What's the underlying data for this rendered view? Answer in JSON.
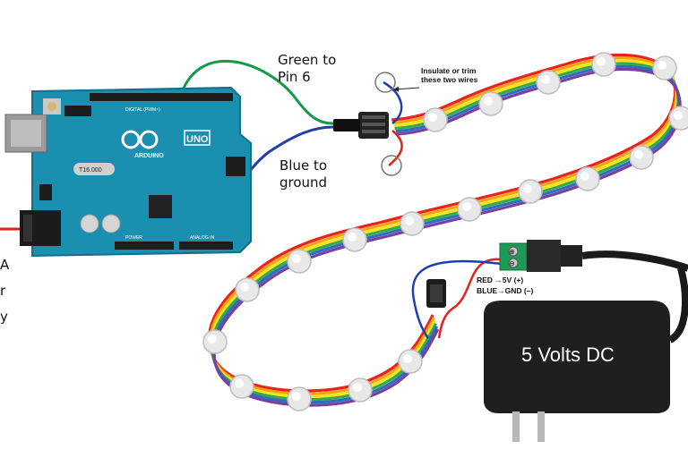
{
  "labels": {
    "green_to_pin": [
      "Green to",
      "Pin 6"
    ],
    "blue_to_ground": [
      "Blue to",
      "ground"
    ],
    "insulate": [
      "Insulate or trim",
      "these two wires"
    ],
    "left_partial": [
      "A",
      "r",
      "y"
    ],
    "red_5v": "RED  →5V    (+)",
    "blue_gnd": "BLUE→GND (–)",
    "power_supply": "5 Volts DC"
  },
  "arduino": {
    "brand": "ARDUINO",
    "model": "UNO",
    "digital": "DIGITAL (PWM~)",
    "power": "POWER",
    "analog": "ANALOG IN",
    "crystal": "T16.000"
  },
  "terminal_symbols": [
    "⊕",
    "⊖"
  ],
  "colors": {
    "board": "#1a8fb0",
    "board_dark": "#136f8c",
    "wire_green": "#159a4a",
    "wire_blue": "#1f3fa8",
    "wire_red": "#e0231b",
    "supply": "#1f1f1f",
    "led": "#e8e8e8",
    "strip": [
      "#e8231c",
      "#f7a11a",
      "#f6e51b",
      "#3aa846",
      "#2a6ec0",
      "#7a3fa0"
    ]
  }
}
